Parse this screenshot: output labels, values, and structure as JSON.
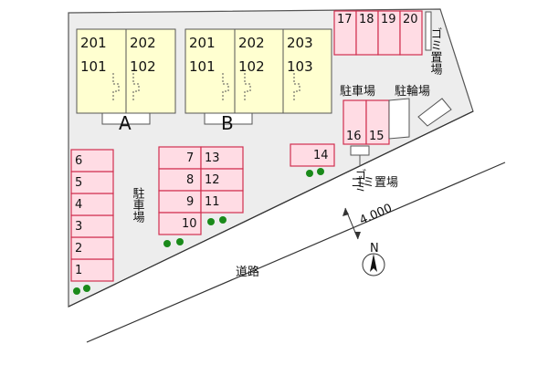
{
  "colors": {
    "site_fill": "#ededed",
    "site_stroke": "#555555",
    "building_fill": "#ffffd0",
    "parking_fill": "#ffdce4",
    "parking_stroke": "#d03050",
    "tree": "#1a8a1a",
    "line": "#333333"
  },
  "buildings": [
    {
      "id": "A",
      "label": "A",
      "units": [
        {
          "label": "201"
        },
        {
          "label": "202"
        },
        {
          "label": "101"
        },
        {
          "label": "102"
        }
      ]
    },
    {
      "id": "B",
      "label": "B",
      "units": [
        {
          "label": "201"
        },
        {
          "label": "202"
        },
        {
          "label": "203"
        },
        {
          "label": "101"
        },
        {
          "label": "102"
        },
        {
          "label": "103"
        }
      ]
    }
  ],
  "parking_slots": [
    "1",
    "2",
    "3",
    "4",
    "5",
    "6",
    "7",
    "8",
    "9",
    "10",
    "11",
    "12",
    "13",
    "14",
    "15",
    "16",
    "17",
    "18",
    "19",
    "20"
  ],
  "labels": {
    "parking_main": "駐車場",
    "parking_left": "駐車場",
    "bike_parking": "駐輪場",
    "garbage_top": "ゴミ置場",
    "garbage_mid": "ゴミ置場",
    "road": "道路",
    "road_width": "4.000",
    "north": "N"
  }
}
